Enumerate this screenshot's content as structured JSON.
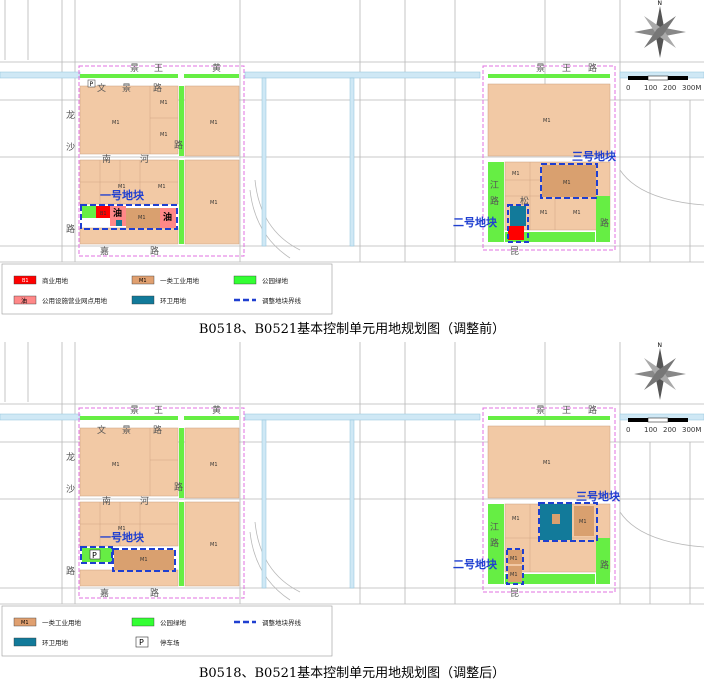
{
  "before": {
    "caption": "B0518、B0521基本控制单元用地规划图（调整前）",
    "block_labels": {
      "one": "一号地块",
      "two": "二号地块",
      "three": "三号地块"
    },
    "street_chars_left_top": [
      "景",
      "王",
      "黄"
    ],
    "street_chars_left_row1": [
      "文",
      "景",
      "路"
    ],
    "street_chars_left_west": [
      "龙",
      "沙",
      "路"
    ],
    "street_chars_mid": [
      "南",
      "河",
      "路"
    ],
    "street_chars_bottom": [
      "嘉",
      "路"
    ],
    "street_chars_right_top": [
      "景",
      "王",
      "路"
    ],
    "street_chars_right_mid": [
      "江",
      "路"
    ],
    "street_chars_right_bottom": [
      "昆",
      "松",
      "路"
    ],
    "badge_oil": "油",
    "badge_m1": "M1",
    "badge_b1": "B1",
    "parking_mark": "P",
    "legend": [
      {
        "label": "商业用地",
        "code": "B1",
        "color": "#ff0000"
      },
      {
        "label": "一类工业用地",
        "code": "M1",
        "color": "#e0a070"
      },
      {
        "label": "公园绿地",
        "code": "",
        "color": "#33ff33"
      },
      {
        "label": "公用设施营业网点用地",
        "code": "油",
        "color": "#ff8888"
      },
      {
        "label": "环卫用地",
        "code": "",
        "color": "#127a9a"
      },
      {
        "label": "调整地块界线",
        "code": "",
        "color": "#1f3fd0"
      }
    ]
  },
  "after": {
    "caption": "B0518、B0521基本控制单元用地规划图（调整后）",
    "block_labels": {
      "one": "一号地块",
      "two": "二号地块",
      "three": "三号地块"
    },
    "legend": [
      {
        "label": "一类工业用地",
        "code": "M1",
        "color": "#e0a070"
      },
      {
        "label": "公园绿地",
        "code": "",
        "color": "#33ff33"
      },
      {
        "label": "调整地块界线",
        "code": "",
        "color": "#1f3fd0"
      },
      {
        "label": "环卫用地",
        "code": "",
        "color": "#127a9a"
      },
      {
        "label": "停车场",
        "code": "P",
        "color": "#ffffff"
      }
    ]
  },
  "scale": {
    "ticks": [
      "0",
      "100",
      "200",
      "300M"
    ]
  },
  "north": "N",
  "colors": {
    "industrial": "#f2c9a5",
    "industrial_dark": "#d9a06f",
    "green": "#66ee44",
    "commercial": "#ff0000",
    "sanitation": "#127a9a",
    "boundary": "#1f3fd0",
    "water": "#cfe8f5",
    "road_line": "#b8b8b8",
    "pink_dash": "#e070e0"
  }
}
